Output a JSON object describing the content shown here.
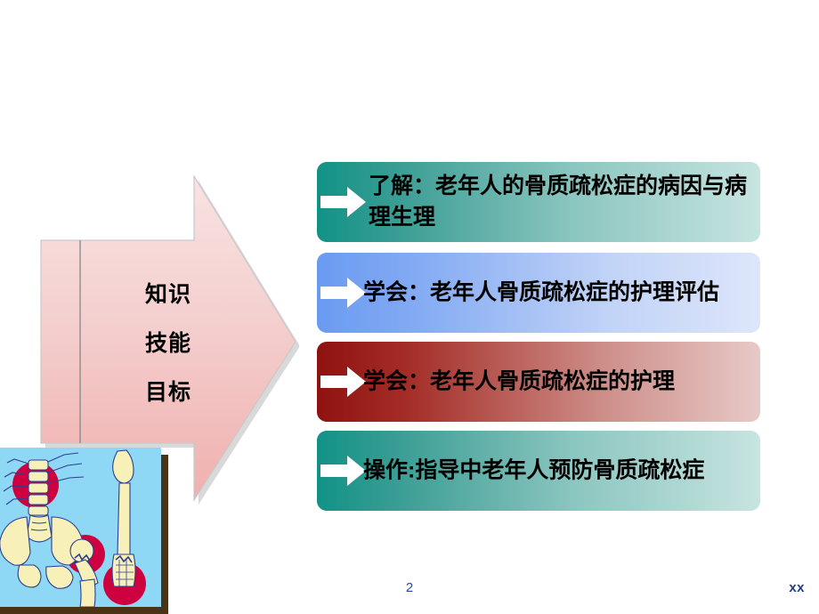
{
  "slide": {
    "background_color": "#ffffff",
    "page_number": "2",
    "corner_mark": "xx"
  },
  "goal_arrow": {
    "name": "knowledge-skill-goal-arrow",
    "fill_top_color": "#f7e0df",
    "fill_bottom_color": "#efb1af",
    "outline_color": "#d9a9a7",
    "divider_color": "#8a8a8a",
    "lines": [
      "知识",
      "技能",
      "目标"
    ]
  },
  "objective_bars": [
    {
      "id": "bar-0",
      "text": " 了解：老年人的骨质疏松症的病因与病理生理",
      "start_color": "#119286",
      "end_color": "#c7e4e0",
      "arrow_color": "#ffffff"
    },
    {
      "id": "bar-1",
      "text": "学会：老年人骨质疏松症的护理评估",
      "start_color": "#6a9bf2",
      "end_color": "#dde6fa",
      "arrow_color": "#ffffff"
    },
    {
      "id": "bar-2",
      "text": "学会：老年人骨质疏松症的护理",
      "start_color": "#8f1210",
      "end_color": "#e7c9c7",
      "arrow_color": "#ffffff"
    },
    {
      "id": "bar-3",
      "text": "操作:指导中老年人预防骨质疏松症",
      "start_color": "#119286",
      "end_color": "#c7e4e0",
      "arrow_color": "#ffffff"
    }
  ],
  "anatomy_figure": {
    "name": "osteoporosis-skeleton-illustration",
    "background_color": "#8fd8f5",
    "bone_color": "#f6efb6",
    "highlight_color": "#c8003c",
    "frame_color": "#4a3418"
  }
}
